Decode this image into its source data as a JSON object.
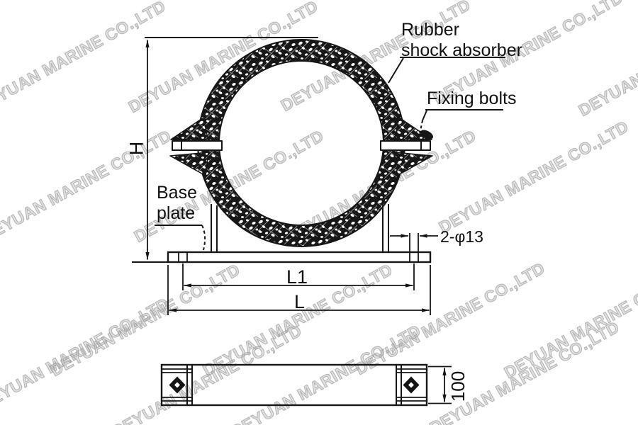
{
  "watermark": {
    "text": "DEYUAN MARINE CO.,LTD"
  },
  "diagram": {
    "callouts": {
      "rubber_line1": "Rubber",
      "rubber_line2": "shock absorber",
      "fixing_bolts": "Fixing bolts",
      "base_line1": "Base",
      "base_line2": "plate"
    },
    "dimensions": {
      "height": "H",
      "hole_span": "L1",
      "overall_length": "L",
      "holes": "2-φ13",
      "plate_width": "100"
    }
  },
  "colors": {
    "line": "#161616",
    "text": "#111111",
    "watermark": "#919191",
    "background": "#ffffff"
  }
}
